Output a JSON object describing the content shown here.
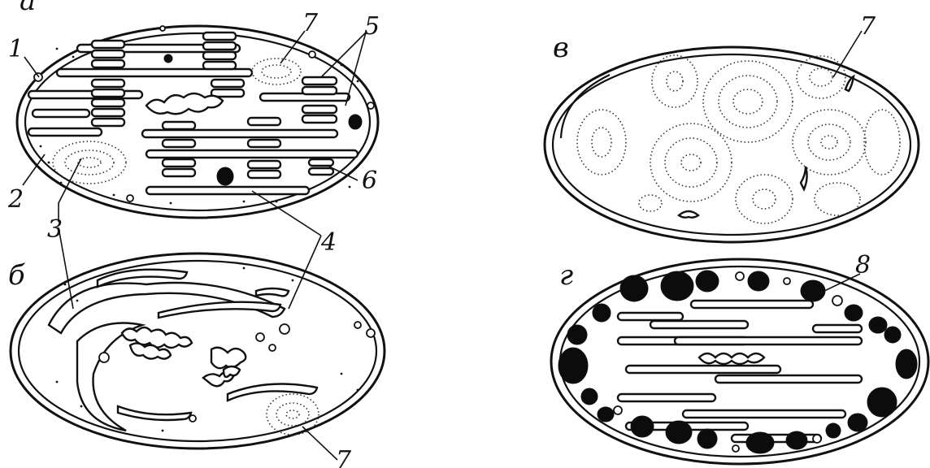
{
  "panels": [
    {
      "letter": "а",
      "description_key": "granal"
    },
    {
      "letter": "б",
      "description_key": "prolamellar"
    },
    {
      "letter": "в",
      "description_key": "vesicular"
    },
    {
      "letter": "г",
      "description_key": "plastoglobuli"
    }
  ],
  "callouts": [
    "1",
    "2",
    "3",
    "4",
    "5",
    "6",
    "7",
    "7",
    "7",
    "8"
  ]
}
